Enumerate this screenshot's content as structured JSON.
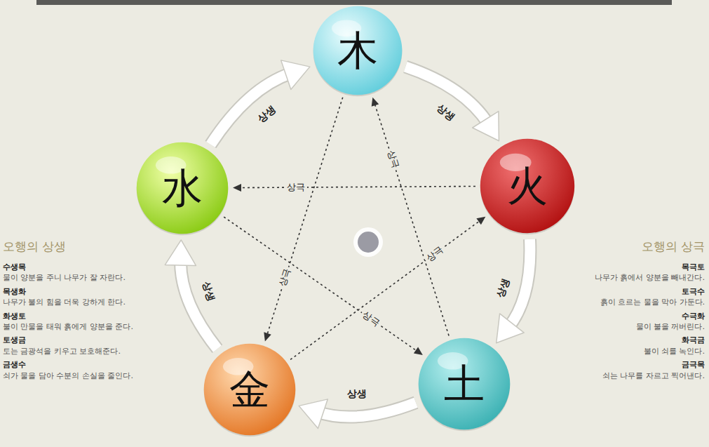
{
  "diagram": {
    "nodes": [
      {
        "text": [
          "木"
        ]
      },
      {
        "text": [
          "火"
        ]
      },
      {
        "text": [
          "土"
        ]
      },
      {
        "text": [
          "金"
        ]
      },
      {
        "text": [
          "水"
        ]
      }
    ],
    "edges": [
      {
        "from": 0,
        "to": 1,
        "label": "상생",
        "arrow": "to"
      },
      {
        "from": 1,
        "to": 2,
        "label": "상생",
        "arrow": "to"
      },
      {
        "from": 2,
        "to": 3,
        "label": "상생",
        "arrow": "to"
      },
      {
        "from": 3,
        "to": 4,
        "label": "상생",
        "arrow": "to"
      },
      {
        "from": 4,
        "to": 0,
        "label": "상생",
        "arrow": "to"
      },
      {
        "from": 1,
        "to": 4,
        "label": "상극",
        "arrow": "to"
      },
      {
        "from": 0,
        "to": 3,
        "label": "상극",
        "arrow": "to"
      },
      {
        "from": 2,
        "to": 0,
        "label": "상극",
        "arrow": "to"
      },
      {
        "from": 3,
        "to": 1,
        "label": "상극",
        "arrow": "to"
      },
      {
        "from": 4,
        "to": 2,
        "label": "상극",
        "arrow": "to"
      }
    ],
    "labels": [
      "오행의 상생",
      "수생목",
      "물이 양분을 주니 나무가 잘 자란다.",
      "목생화",
      "나무가 불의 힘을 더욱 강하게 한다.",
      "화생토",
      "불이 만물을 태워 흙에게 양분을 준다.",
      "토생금",
      "토는 금광석을 키우고 보호해준다.",
      "금생수",
      "쇠가 물을 담아 수분의 손실을 줄인다.",
      "오행의 상극",
      "목극토",
      "나무가 흙에서 양분을 빼내간다.",
      "토극수",
      "흙이 흐르는 물을 막아 가둔다.",
      "수극화",
      "물이 불을 꺼버린다.",
      "화극금",
      "불이 쇠를 녹인다.",
      "금극목",
      "쇠는 나무를 자르고 찍어낸다."
    ]
  }
}
